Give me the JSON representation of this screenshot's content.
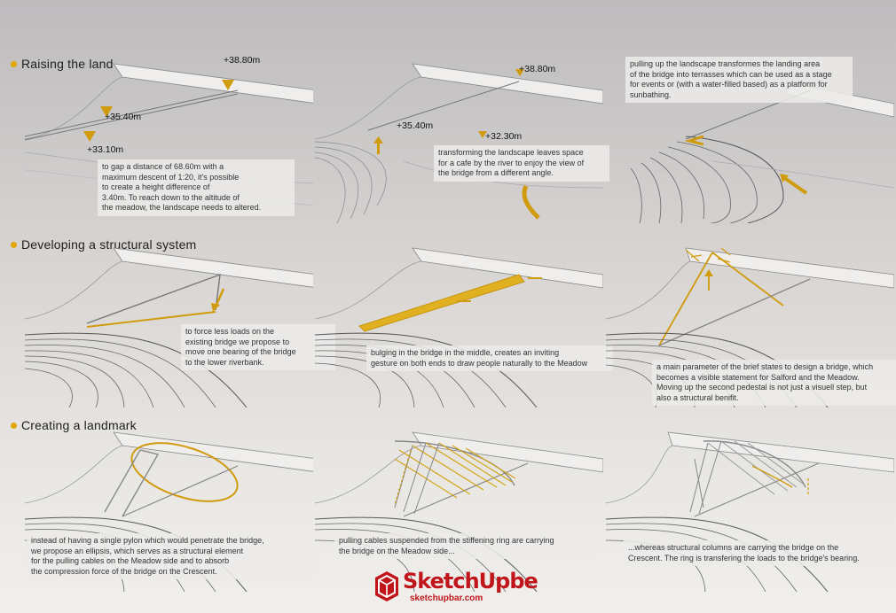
{
  "sections": [
    {
      "title": "Raising the land"
    },
    {
      "title": "Developing a structural system"
    },
    {
      "title": "Creating a landmark"
    }
  ],
  "labels": {
    "p1_a": "+38.80m",
    "p1_b": "+35.40m",
    "p1_c": "+33.10m",
    "p2_a": "+38.80m",
    "p2_b": "+35.40m",
    "p2_c": "+32.30m"
  },
  "captions": {
    "c1": "to gap a distance of 68.60m with a\nmaximum descent of 1:20, it's possible\nto create a height difference of\n3.40m. To reach down to the altitude of\nthe meadow, the landscape needs to altered.",
    "c2": "transforming the landscape leaves space\nfor a cafe by the river to enjoy the view of\nthe bridge from a different angle.",
    "c3": "pulling up the landscape transformes the landing area\nof the bridge into terrasses which can be used as a stage\nfor events or (with a water-filled based) as a platform for\nsunbathing.",
    "c4": "to force less loads on the\nexisting bridge we propose to\nmove one bearing of the bridge\nto the lower riverbank.",
    "c5": "bulging in the bridge in the middle, creates an inviting\ngesture on both ends to draw people naturally to the Meadow",
    "c6": "a main parameter of the brief states to design a bridge, which\nbecomes a visible statement for Salford and the Meadow.\nMoving up the second pedestal is not just a visuell step, but\nalso a structural benifit.",
    "c7": "instead of having a single pylon which would penetrate the bridge,\nwe propose an ellipsis, which serves as a structural element\nfor the pulling cables on the Meadow side and to absorb\nthe compression force  of the bridge on the Crescent.",
    "c8": "pulling cables suspended from the stiffening ring are carrying\nthe bridge on the Meadow side...",
    "c9": "...whereas structural columns are carrying the bridge on the\nCrescent. The ring is transfering the loads to the bridge's bearing."
  },
  "logo": {
    "name": "SketchUpbe",
    "site": "sketchupbar.com"
  },
  "colors": {
    "accent": "#e2a700",
    "line": "#8a8a8a",
    "logo": "#c0161b"
  }
}
